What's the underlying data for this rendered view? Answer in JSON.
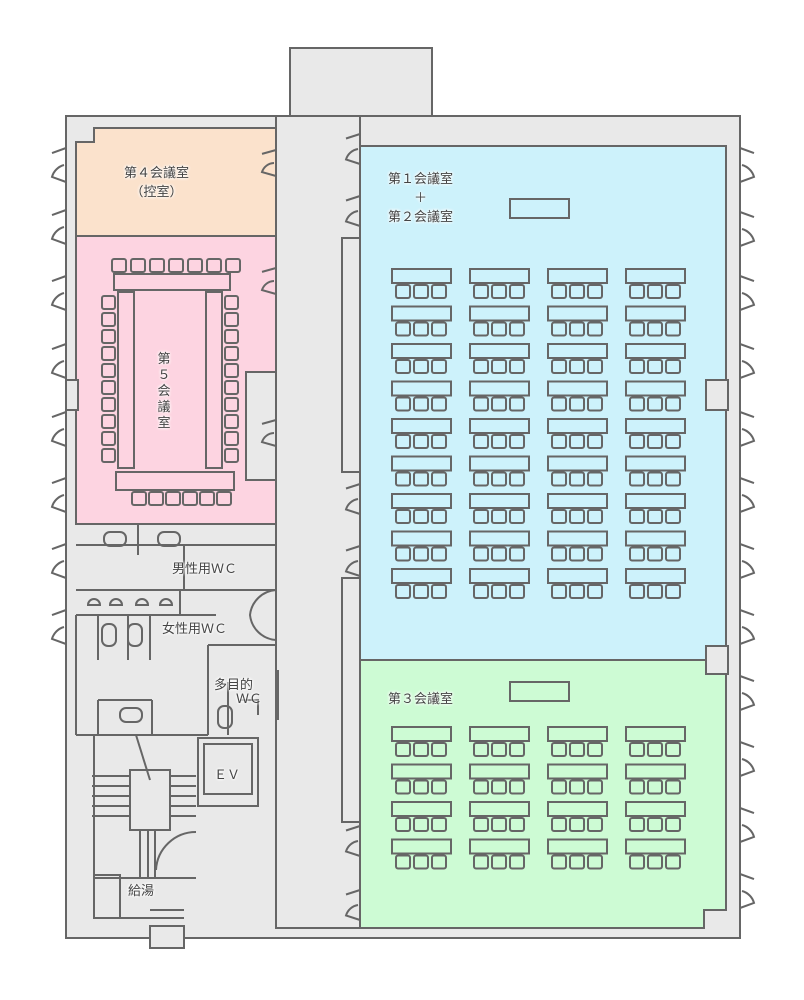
{
  "rooms": {
    "room4": {
      "name": "第４会議室",
      "sub": "（控室）"
    },
    "room5": {
      "name": "第５会議室"
    },
    "room12": {
      "line1": "第１会議室",
      "plus": "＋",
      "line2": "第２会議室"
    },
    "room3": {
      "name": "第３会議室"
    },
    "mens_wc": "男性用ＷＣ",
    "womens_wc": "女性用ＷＣ",
    "multi_wc_1": "多目的",
    "multi_wc_2": "ＷＣ",
    "ev": "ＥＶ",
    "kyuto": "給湯"
  },
  "colors": {
    "room4": "#fbe2cc",
    "room5": "#fdd4e1",
    "room12": "#cdf2fb",
    "room3": "#cdfbd4",
    "floor": "#e9e9e9",
    "wall": "#666666"
  },
  "layout_counts": {
    "room12_desk_rows": 9,
    "room3_desk_rows": 4,
    "desk_columns": 4,
    "chairs_per_desk": 3
  }
}
